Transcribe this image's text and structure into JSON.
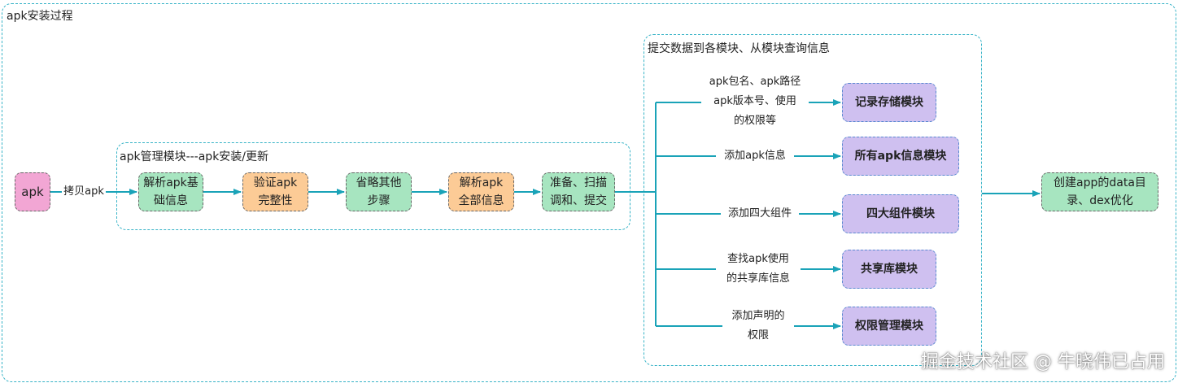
{
  "outer_frame": {
    "title": "apk安装过程"
  },
  "apk_module_frame": {
    "title": "apk管理模块---apk安装/更新"
  },
  "submit_frame": {
    "title": "提交数据到各模块、从模块查询信息"
  },
  "nodes": {
    "apk": "apk",
    "parse_basic": "解析apk基\n础信息",
    "verify": "验证apk\n完整性",
    "skip": "省略其他\n步骤",
    "parse_all": "解析apk\n全部信息",
    "prepare": "准备、扫描\n调和、提交",
    "record_storage": "记录存储模块",
    "all_apk_info": "所有apk信息模块",
    "four_components": "四大组件模块",
    "shared_lib": "共享库模块",
    "permission_mgmt": "权限管理模块",
    "create_dir": "创建app的data目\n录、dex优化"
  },
  "edge_labels": {
    "copy_apk": "拷贝apk",
    "to_record": "apk包名、apk路径\napk版本号、使用\n的权限等",
    "to_all_info": "添加apk信息",
    "to_components": "添加四大组件",
    "to_shared": "查找apk使用\n的共享库信息",
    "to_permission": "添加声明的\n权限"
  },
  "watermark": "掘金技术社区 @ 牛晓伟已占用",
  "colors": {
    "connector": "#1aa3b8",
    "frame_border": "#37b3c7"
  }
}
